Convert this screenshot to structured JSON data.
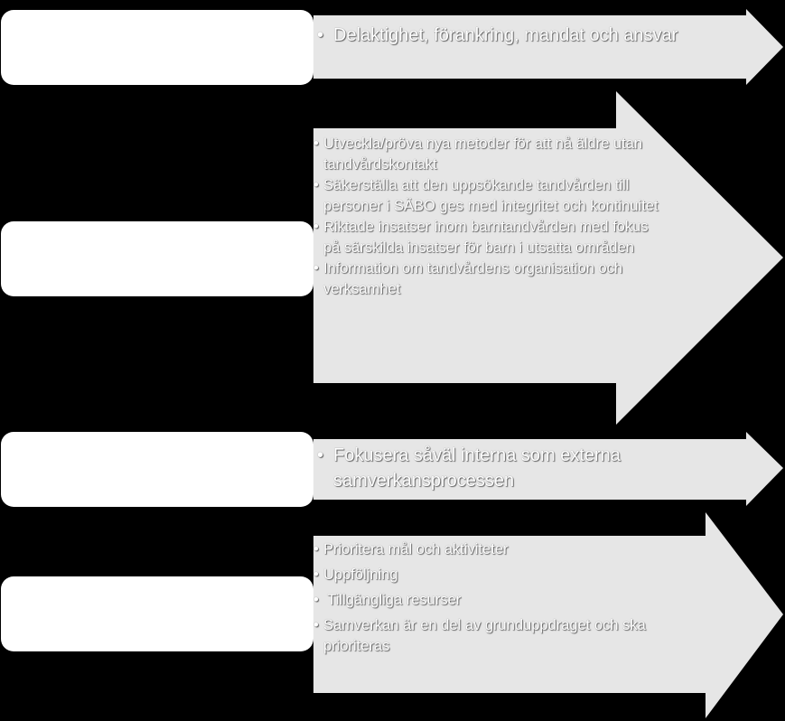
{
  "rows": [
    {
      "items": [
        "Delaktighet, förankring, mandat och ansvar"
      ]
    },
    {
      "items": [
        "Utveckla/pröva nya metoder för att nå äldre utan tandvårdskontakt",
        "Säkerställa att den uppsökande tandvården till personer i SÄBO ges med integritet och kontinuitet",
        "Riktade insatser inom barntandvården med fokus på särskilda insatser för barn i utsatta områden",
        "Information om tandvårdens organisation och verksamhet"
      ]
    },
    {
      "items": [
        "Fokusera såväl interna som externa samverkansprocessen"
      ]
    },
    {
      "items": [
        "Prioritera mål och aktiviteter",
        "Uppföljning",
        " Tillgängliga resurser",
        "Samverkan är en del av grunduppdraget och ska prioriteras"
      ]
    }
  ],
  "colors": {
    "background": "#000000",
    "arrow": "#e6e6e6",
    "label_box": "#ffffff",
    "text": "#ffffff"
  }
}
